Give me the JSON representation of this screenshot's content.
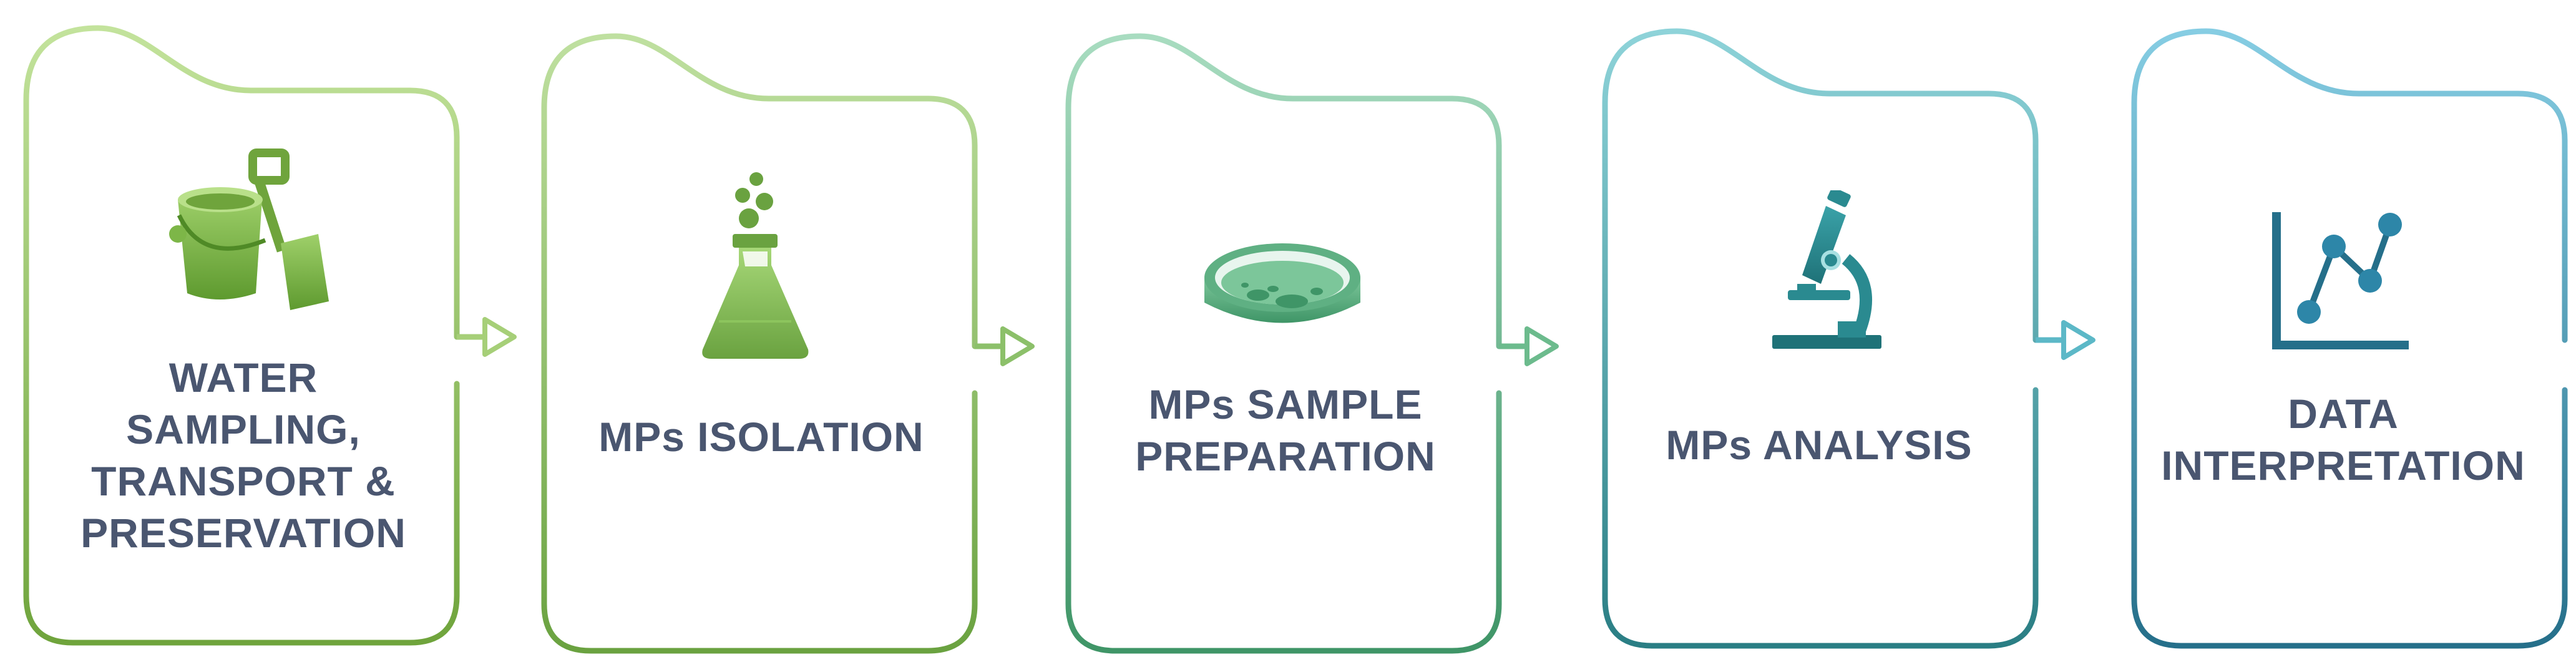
{
  "steps": [
    {
      "id": "water-sampling",
      "lines": [
        "WATER",
        "SAMPLING,",
        "TRANSPORT &",
        "PRESERVATION"
      ],
      "icon": "bucket-and-spade-icon",
      "top_color": "#c3e39c",
      "bottom_color": "#6fa43c"
    },
    {
      "id": "mps-isolation",
      "lines": [
        "MPs ISOLATION"
      ],
      "icon": "flask-icon",
      "top_color": "#bfe0a0",
      "bottom_color": "#6aa240"
    },
    {
      "id": "mps-sample-preparation",
      "lines": [
        "MPs SAMPLE",
        "PREPARATION"
      ],
      "icon": "petri-dish-icon",
      "top_color": "#a8dcc0",
      "bottom_color": "#3f9567"
    },
    {
      "id": "mps-analysis",
      "lines": [
        "MPs ANALYSIS"
      ],
      "icon": "microscope-icon",
      "top_color": "#8ed3d9",
      "bottom_color": "#2a7e84"
    },
    {
      "id": "data-interpretation",
      "lines": [
        "DATA",
        "INTERPRETATION"
      ],
      "icon": "line-chart-icon",
      "top_color": "#86cde3",
      "bottom_color": "#256f8a"
    }
  ],
  "arrows": [
    {
      "color": "#a6cf78"
    },
    {
      "color": "#8cc06a"
    },
    {
      "color": "#6cbb8d"
    },
    {
      "color": "#5cb8c7"
    }
  ],
  "text_color": "#4a5670"
}
